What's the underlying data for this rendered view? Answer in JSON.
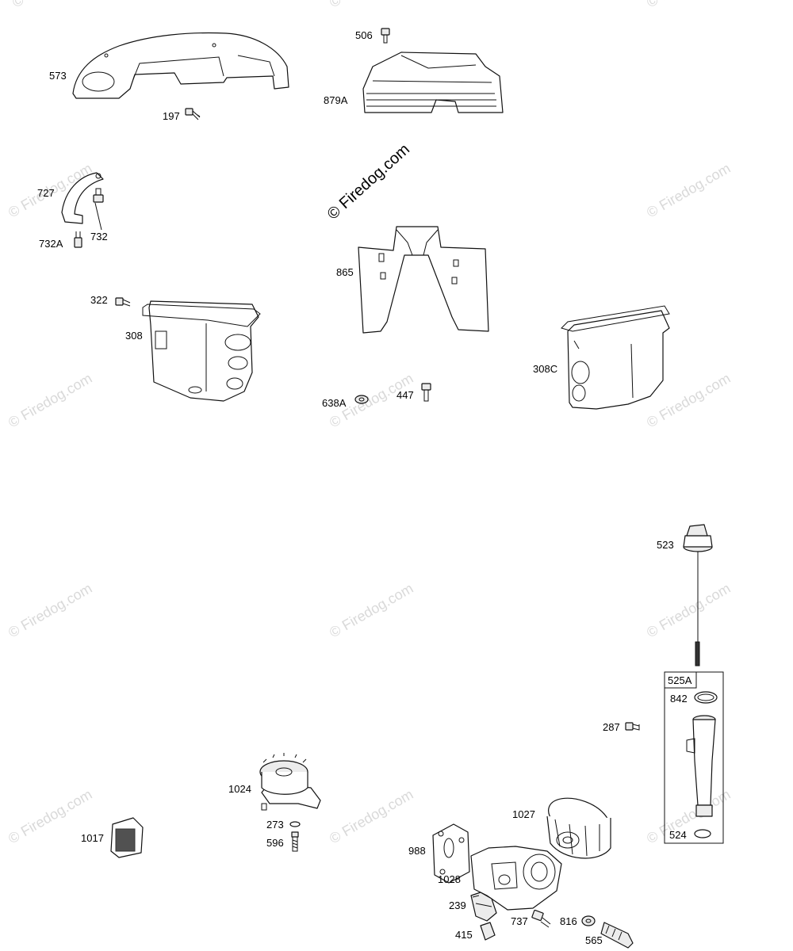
{
  "watermark": {
    "text": "© Firedog.com"
  },
  "callouts": {
    "p573": "573",
    "p197": "197",
    "p506": "506",
    "p879A": "879A",
    "p727": "727",
    "p732": "732",
    "p732A": "732A",
    "p322": "322",
    "p308": "308",
    "p865": "865",
    "p638A": "638A",
    "p447": "447",
    "p308C": "308C",
    "p523": "523",
    "p525A": "525A",
    "p842": "842",
    "p287": "287",
    "p524": "524",
    "p1024": "1024",
    "p273": "273",
    "p596": "596",
    "p1017": "1017",
    "p1027": "1027",
    "p988": "988",
    "p1028": "1028",
    "p239": "239",
    "p737": "737",
    "p816": "816",
    "p415": "415",
    "p565": "565"
  }
}
